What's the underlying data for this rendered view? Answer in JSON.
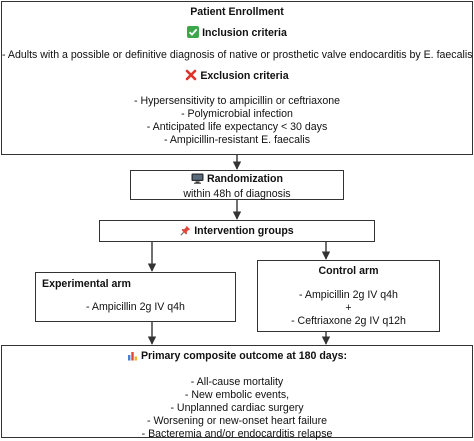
{
  "enrollment": {
    "title": "Patient Enrollment",
    "inclusion_title": "Inclusion criteria",
    "inclusion_items": [
      "- Adults with a possible or definitive diagnosis of native or prosthetic valve endocarditis by E. faecalis"
    ],
    "exclusion_title": "Exclusion criteria",
    "exclusion_items": [
      "- Hypersensitivity to ampicillin or ceftriaxone",
      "- Polymicrobial infection",
      "- Anticipated life expectancy < 30 days",
      "- Ampicillin-resistant E. faecalis"
    ]
  },
  "randomization": {
    "title": "Randomization",
    "subtitle": "within 48h of diagnosis"
  },
  "intervention": {
    "title": "Intervention groups"
  },
  "experimental_arm": {
    "title": "Experimental arm",
    "items": [
      "- Ampicillin 2g IV q4h"
    ]
  },
  "control_arm": {
    "title": "Control arm",
    "items": [
      "- Ampicillin 2g IV q4h",
      "+",
      "- Ceftriaxone 2g IV q12h"
    ]
  },
  "outcome": {
    "title": "Primary composite outcome at 180 days:",
    "items": [
      "- All-cause mortality",
      "- New embolic events,",
      "- Unplanned cardiac surgery",
      "- Worsening or new-onset heart failure",
      "- Bacteremia and/or endocarditis relapse"
    ]
  },
  "colors": {
    "border": "#333333",
    "check_icon": "#3aa84a",
    "cross_icon": "#e0312a",
    "monitor_icon": "#2b2b2b",
    "pin_icon": "#e0463a",
    "chart_icon_bars": [
      "#4a7fd4",
      "#e0463a",
      "#f2b233"
    ]
  },
  "icons": {
    "inclusion": "check-mark-icon",
    "exclusion": "cross-mark-icon",
    "randomization": "computer-monitor-icon",
    "intervention": "pushpin-icon",
    "outcome": "bar-chart-icon"
  }
}
